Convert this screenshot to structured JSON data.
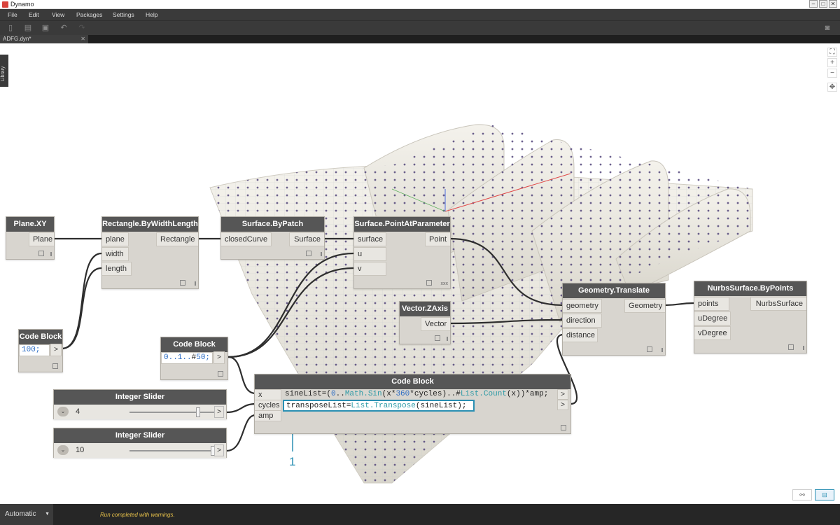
{
  "app": {
    "title": "Dynamo"
  },
  "menu": [
    "File",
    "Edit",
    "View",
    "Packages",
    "Settings",
    "Help"
  ],
  "toolbar": {
    "icons": [
      "new-file-icon",
      "open-icon",
      "save-icon",
      "undo-icon",
      "redo-icon",
      "camera-icon"
    ]
  },
  "tab": {
    "name": "ADFG.dyn*",
    "close": "✕"
  },
  "library": {
    "label": "Library"
  },
  "zoom": {
    "fit": "⛶",
    "zoom_in": "+",
    "zoom_out": "−",
    "pan": "✥"
  },
  "nodes": {
    "plane_xy": {
      "title": "Plane.XY",
      "outputs": [
        "Plane"
      ]
    },
    "rectangle": {
      "title": "Rectangle.ByWidthLength",
      "inputs": [
        "plane",
        "width",
        "length"
      ],
      "outputs": [
        "Rectangle"
      ]
    },
    "surface_patch": {
      "title": "Surface.ByPatch",
      "inputs": [
        "closedCurve"
      ],
      "outputs": [
        "Surface"
      ]
    },
    "surface_pap": {
      "title": "Surface.PointAtParameter",
      "inputs": [
        "surface",
        "u",
        "v"
      ],
      "outputs": [
        "Point"
      ],
      "lacing": "xxx"
    },
    "vector_z": {
      "title": "Vector.ZAxis",
      "outputs": [
        "Vector"
      ]
    },
    "geom_translate": {
      "title": "Geometry.Translate",
      "inputs": [
        "geometry",
        "direction",
        "distance"
      ],
      "outputs": [
        "Geometry"
      ]
    },
    "nurbs": {
      "title": "NurbsSurface.ByPoints",
      "inputs": [
        "points",
        "uDegree",
        "vDegree"
      ],
      "outputs": [
        "NurbsSurface"
      ]
    },
    "code_100": {
      "title": "Code Block",
      "code": "100;",
      "out": ">"
    },
    "code_range": {
      "title": "Code Block",
      "code": "0..1..#50;",
      "out": ">"
    },
    "code_main": {
      "title": "Code Block",
      "inputs": [
        "x",
        "cycles",
        "amp"
      ],
      "line1": "sineList=(0..Math.Sin(x*360*cycles)..#List.Count(x))*amp;",
      "line2": "transposeList=List.Transpose(sineList);",
      "out": ">"
    },
    "slider_cycles": {
      "title": "Integer Slider",
      "value": "4",
      "level": 0.8,
      "out": ">"
    },
    "slider_amp": {
      "title": "Integer Slider",
      "value": "10",
      "level": 1.0,
      "out": ">"
    }
  },
  "annotation": {
    "label": "1"
  },
  "bottom": {
    "run_mode": "Automatic",
    "status": "Run completed with warnings."
  },
  "colors": {
    "accent": "#2a8fb3",
    "node_header": "#565656",
    "node_body": "#d8d5cf",
    "wire": "#333333",
    "status": "#e8c24a"
  }
}
